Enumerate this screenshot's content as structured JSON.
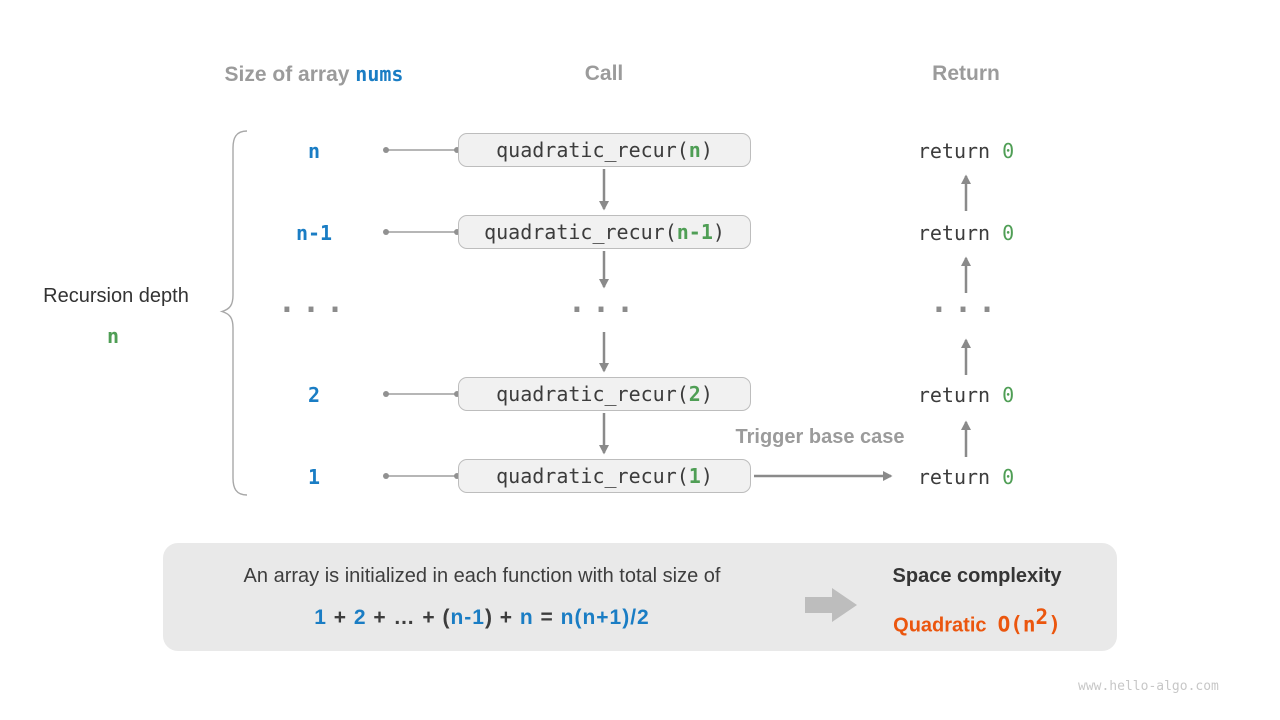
{
  "colors": {
    "blue": "#1a7dc4",
    "green": "#4f9e55",
    "orange": "#eb560e",
    "header_gray": "#9b9b9b",
    "dark_text": "#3d3d3d",
    "box_bg": "#f1f1f1",
    "box_border": "#bdbdbd",
    "panel_bg": "#e9e9e9",
    "arrow_gray": "#8a8a8a",
    "watermark_gray": "#c7c7c7"
  },
  "headers": {
    "size_prefix": "Size of array ",
    "size_code": "nums",
    "call": "Call",
    "return": "Return"
  },
  "depth": {
    "label": "Recursion depth",
    "value": "n"
  },
  "rows": [
    {
      "size": "n",
      "call_fn": "quadratic_recur(",
      "call_arg": "n",
      "call_close": ")",
      "return_kw": "return ",
      "return_val": "0"
    },
    {
      "size": "n-1",
      "call_fn": "quadratic_recur(",
      "call_arg": "n-1",
      "call_close": ")",
      "return_kw": "return ",
      "return_val": "0"
    },
    {
      "ellipsis_size": "...",
      "ellipsis_call": "...",
      "ellipsis_return": "..."
    },
    {
      "size": "2",
      "call_fn": "quadratic_recur(",
      "call_arg": "2",
      "call_close": ")",
      "return_kw": "return ",
      "return_val": "0"
    },
    {
      "size": "1",
      "call_fn": "quadratic_recur(",
      "call_arg": "1",
      "call_close": ")",
      "return_kw": "return ",
      "return_val": "0"
    }
  ],
  "trigger_label": "Trigger base case",
  "panel": {
    "line1": "An array is initialized in each function with total size of",
    "formula": [
      {
        "t": "1"
      },
      {
        "t": " + "
      },
      {
        "t": "2"
      },
      {
        "t": " + … + "
      },
      {
        "t": "("
      },
      {
        "t": "n-1"
      },
      {
        "t": ")"
      },
      {
        "t": " + "
      },
      {
        "t": "n"
      },
      {
        "t": " = "
      },
      {
        "t": "n(n+1)/2"
      }
    ],
    "space_label": "Space complexity",
    "complexity_name": "Quadratic",
    "complexity_o_open": "O(n",
    "complexity_exp": "2",
    "complexity_close": ")"
  },
  "watermark": "www.hello-algo.com"
}
